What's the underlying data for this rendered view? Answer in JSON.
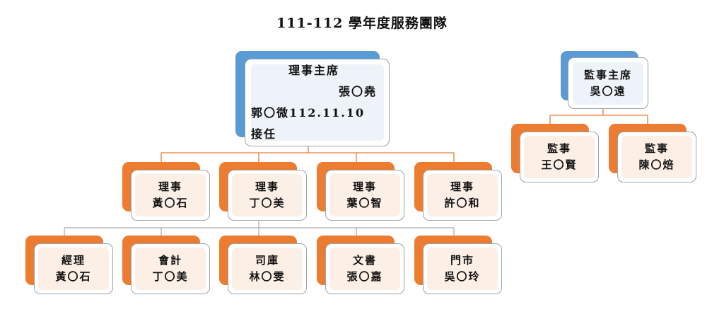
{
  "title": "111-112 學年度服務團隊",
  "colors": {
    "orange_accent": "#ec7c30",
    "blue_accent": "#5b9bd5",
    "connector": "#ec7c30",
    "connector_grey": "#aaaaaa"
  },
  "chair": {
    "role": "理事主席",
    "name": "張〇堯",
    "note": "郭〇微112.11.10接任"
  },
  "directors": [
    {
      "role": "理事",
      "name": "黃〇石"
    },
    {
      "role": "理事",
      "name": "丁〇美"
    },
    {
      "role": "理事",
      "name": "葉〇智"
    },
    {
      "role": "理事",
      "name": "許〇和"
    }
  ],
  "staff": [
    {
      "role": "經理",
      "name": "黃〇石"
    },
    {
      "role": "會計",
      "name": "丁〇美"
    },
    {
      "role": "司庫",
      "name": "林〇雯"
    },
    {
      "role": "文書",
      "name": "張〇嘉"
    },
    {
      "role": "門市",
      "name": "吳〇玲"
    }
  ],
  "supervisor_chair": {
    "role": "監事主席",
    "name": "吳〇遠"
  },
  "supervisors": [
    {
      "role": "監事",
      "name": "王〇賢"
    },
    {
      "role": "監事",
      "name": "陳〇焙"
    }
  ]
}
